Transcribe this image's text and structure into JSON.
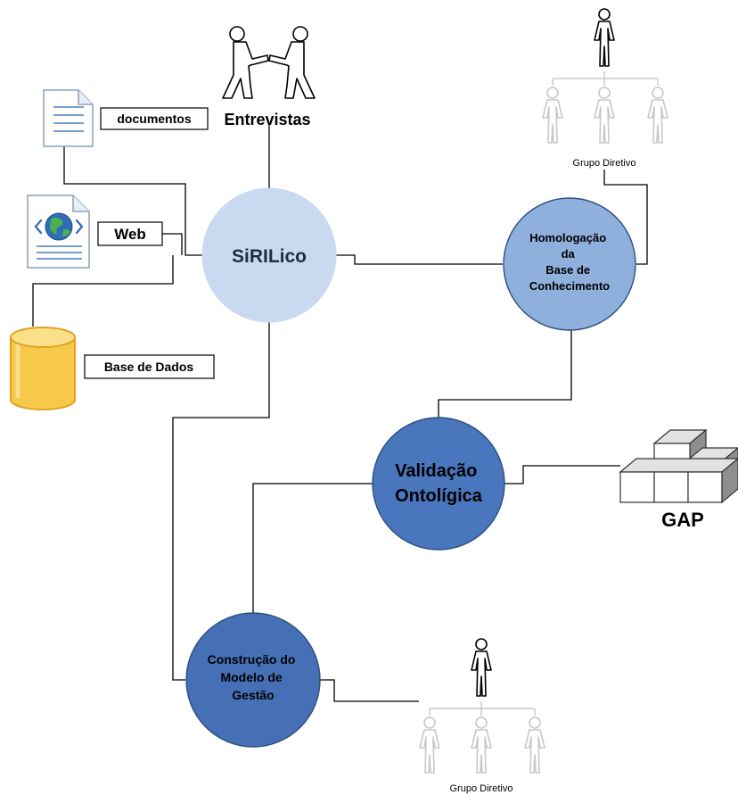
{
  "nodes": {
    "sirilico": "SiRILico",
    "homologacao": [
      "Homologação",
      "da",
      "Base de",
      "Conhecimento"
    ],
    "validacao": [
      "Validação",
      "Ontolígica"
    ],
    "construcao": [
      "Construção do",
      "Modelo de",
      "Gestão"
    ]
  },
  "labels": {
    "documentos": "documentos",
    "web": "Web",
    "base_dados": "Base de Dados",
    "entrevistas": "Entrevistas",
    "gap": "GAP",
    "grupo_top": "Grupo Diretivo",
    "grupo_bottom": "Grupo Diretivo"
  },
  "colors": {
    "sirilico_fill": "#c9daf0",
    "homologacao_fill": "#8fafdc",
    "validacao_fill": "#4a76bd",
    "construcao_fill": "#4570b6",
    "node_stroke": "#2e4f80",
    "connector": "#000000",
    "person_faded": "#c8c8c8",
    "db_fill": "#f6c94a",
    "db_stroke": "#e0a21f"
  }
}
